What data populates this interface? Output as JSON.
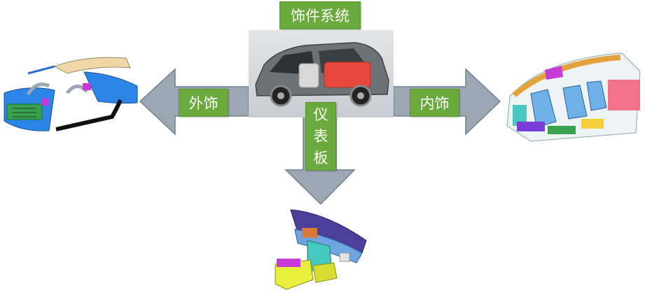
{
  "title": "饰件系统",
  "branches": {
    "left": "外饰",
    "right": "内饰",
    "down": [
      "仪",
      "表",
      "板"
    ]
  },
  "icons": {
    "center": "car-cutaway-icon",
    "left": "exterior-trim-parts-icon",
    "right": "interior-trim-parts-icon",
    "down": "instrument-panel-icon"
  },
  "colors": {
    "arrow_fill": "#9ba8b4",
    "arrow_stroke": "#6f8090",
    "label_fill": "#6aaa3c"
  }
}
